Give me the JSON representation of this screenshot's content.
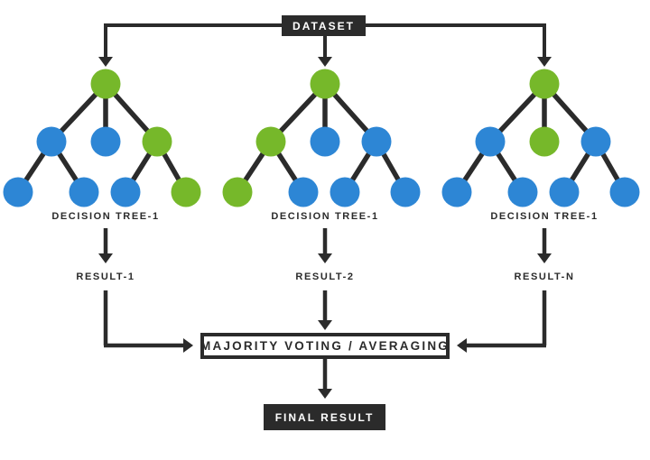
{
  "colors": {
    "dark": "#2b2b2b",
    "green": "#76b82a",
    "blue": "#2d86d5",
    "background": "#ffffff"
  },
  "dataset_label": "DATASET",
  "trees": [
    {
      "label": "DECISION TREE-1",
      "result": "RESULT-1",
      "root": "green",
      "level2": [
        "blue",
        "blue",
        "green"
      ],
      "leaves": [
        "blue",
        "blue",
        "blue",
        "green"
      ]
    },
    {
      "label": "DECISION TREE-1",
      "result": "RESULT-2",
      "root": "green",
      "level2": [
        "green",
        "blue",
        "blue"
      ],
      "leaves": [
        "green",
        "blue",
        "blue",
        "blue"
      ]
    },
    {
      "label": "DECISION TREE-1",
      "result": "RESULT-N",
      "root": "green",
      "level2": [
        "blue",
        "green",
        "blue"
      ],
      "leaves": [
        "blue",
        "blue",
        "blue",
        "blue"
      ]
    }
  ],
  "majority_box": {
    "label": "MAJORITY VOTING / AVERAGING"
  },
  "final_box": {
    "label": "FINAL RESULT"
  }
}
